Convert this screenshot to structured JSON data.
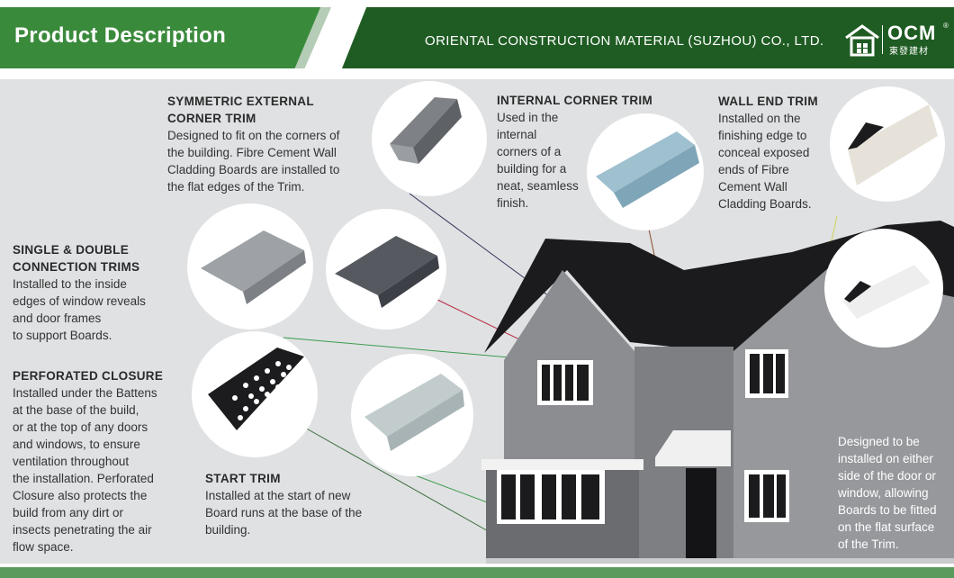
{
  "header": {
    "title": "Product Description",
    "company": "ORIENTAL CONSTRUCTION MATERIAL (SUZHOU) CO., LTD.",
    "logo_text": "OCM",
    "logo_sub": "東發建材",
    "logo_reg": "®"
  },
  "sections": {
    "symmetric": {
      "title_line1": "SYMMETRIC EXTERNAL",
      "title_line2": "CORNER TRIM",
      "lines": [
        "Designed to fit on the corners of",
        "the building. Fibre Cement Wall",
        "Cladding Boards are installed to",
        "the flat edges of the Trim."
      ]
    },
    "internal": {
      "title": "INTERNAL CORNER TRIM",
      "lines": [
        "Used in the",
        "internal",
        "corners of a",
        "building for a",
        "neat, seamless",
        "finish."
      ]
    },
    "wallend": {
      "title": "WALL END TRIM",
      "lines": [
        "Installed on the",
        "finishing edge to",
        "conceal exposed",
        "ends of Fibre",
        "Cement Wall",
        "Cladding Boards."
      ]
    },
    "single": {
      "title_line1": "SINGLE & DOUBLE",
      "title_line2": "CONNECTION TRIMS",
      "lines": [
        "Installed to the inside",
        "edges of window reveals",
        "and door frames",
        "to support Boards."
      ]
    },
    "perforated": {
      "title": "PERFORATED CLOSURE",
      "lines": [
        "Installed under the Battens",
        "at the base of the build,",
        "or at the top of any doors",
        "and windows, to ensure",
        "ventilation throughout",
        "the installation. Perforated",
        "Closure also protects the",
        "build from any dirt or",
        "insects penetrating the air",
        "flow space."
      ]
    },
    "start": {
      "title": "START TRIM",
      "lines": [
        "Installed at the start of new",
        "Board runs at the base of the",
        "building."
      ]
    },
    "either": {
      "lines": [
        "Designed to be",
        "installed on either",
        "side of the door or",
        "window, allowing",
        "Boards to be fitted",
        "on the flat surface",
        "of the Trim."
      ]
    }
  },
  "colors": {
    "header_green": "#3a8a3c",
    "header_dark_green": "#1f5c23",
    "background": "#dfe1e3",
    "roof": "#1c1c1e",
    "wall": "#8a8c90"
  },
  "icons": [
    "house-logo-icon"
  ]
}
